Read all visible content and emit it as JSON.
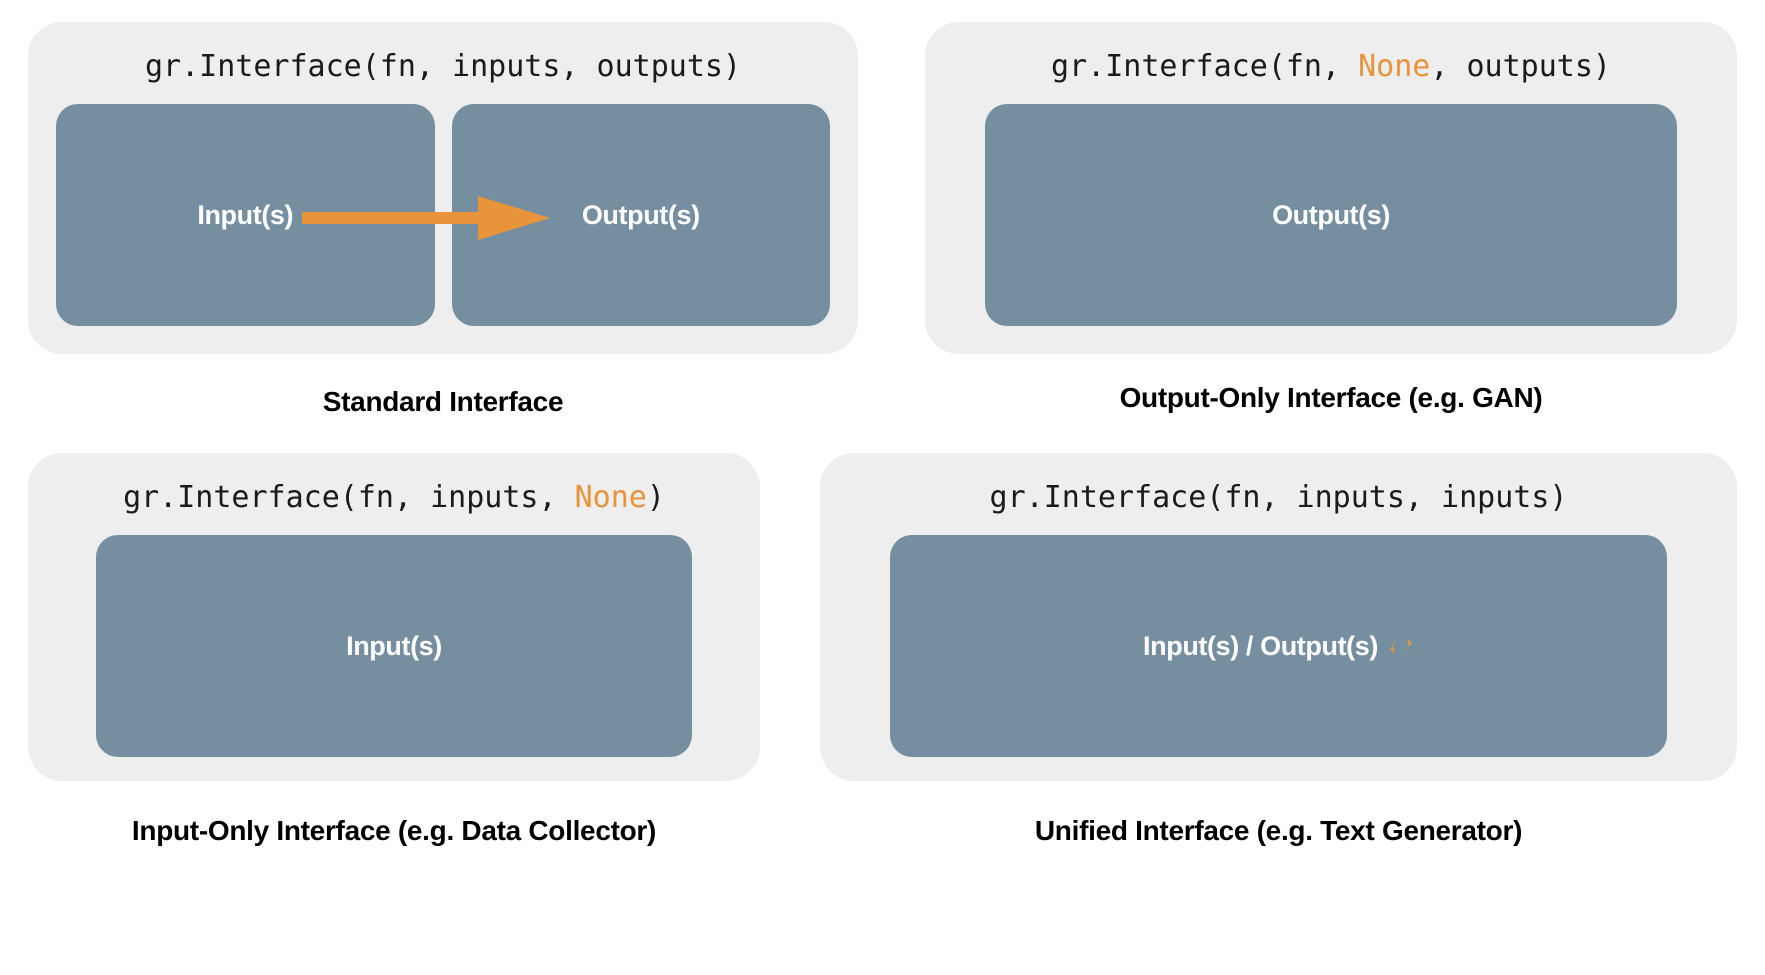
{
  "colors": {
    "background": "#ffffff",
    "panel_background": "#eeeeee",
    "box_fill": "#768fa0",
    "accent_orange": "#e8943a",
    "code_text": "#1a1a1a",
    "box_label_text": "#ffffff",
    "caption_text": "#000000"
  },
  "panels": {
    "standard": {
      "code": {
        "prefix": "gr.Interface(fn, inputs, outputs)",
        "segments": [
          {
            "text": "gr.Interface(fn, inputs, outputs)",
            "accent": false
          }
        ]
      },
      "boxes": [
        {
          "label": "Input(s)"
        },
        {
          "label": "Output(s)"
        }
      ],
      "arrow": {
        "icon": "right-arrow-icon",
        "color": "#e8943a"
      },
      "caption": "Standard Interface"
    },
    "output_only": {
      "code": {
        "segments": [
          {
            "text": "gr.Interface(fn, ",
            "accent": false
          },
          {
            "text": "None",
            "accent": true
          },
          {
            "text": ", outputs)",
            "accent": false
          }
        ]
      },
      "boxes": [
        {
          "label": "Output(s)"
        }
      ],
      "caption": "Output-Only Interface (e.g. GAN)"
    },
    "input_only": {
      "code": {
        "segments": [
          {
            "text": "gr.Interface(fn, inputs, ",
            "accent": false
          },
          {
            "text": "None",
            "accent": true
          },
          {
            "text": ")",
            "accent": false
          }
        ]
      },
      "boxes": [
        {
          "label": "Input(s)"
        }
      ],
      "caption": "Input-Only Interface (e.g. Data Collector)"
    },
    "unified": {
      "code": {
        "segments": [
          {
            "text": "gr.Interface(fn, inputs, inputs)",
            "accent": false
          }
        ]
      },
      "boxes": [
        {
          "label": "Input(s) / Output(s)"
        }
      ],
      "cycle_icon": "cycle-arrows-icon",
      "caption": "Unified Interface (e.g. Text Generator)"
    }
  }
}
